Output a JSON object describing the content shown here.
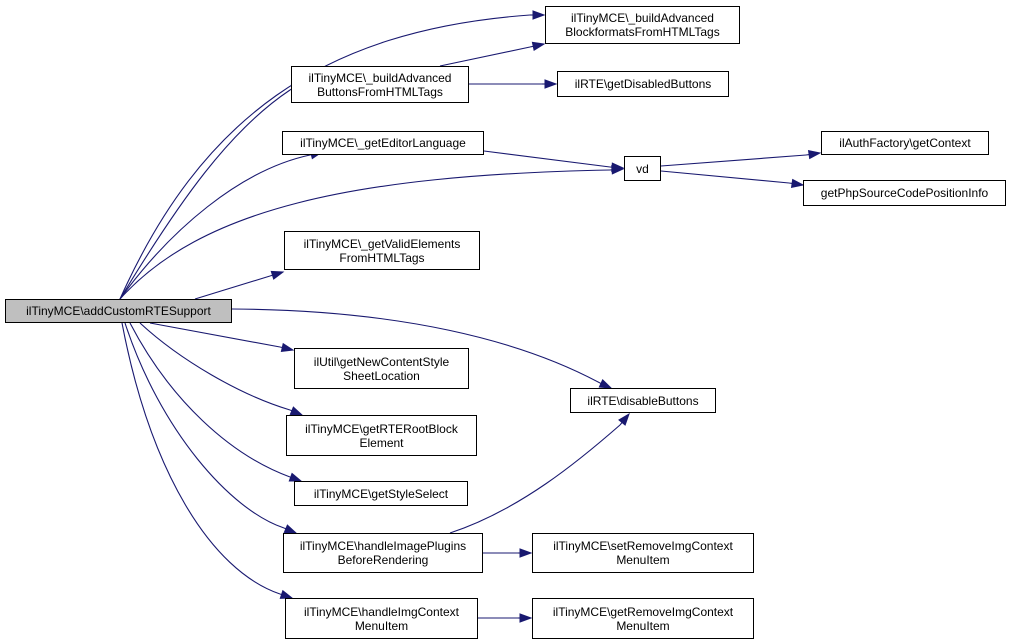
{
  "graph": {
    "edge_color": "#191970",
    "root_fill": "#bfbfbf",
    "nodes": {
      "root": "ilTinyMCE\\addCustomRTESupport",
      "build_adv_blockformats": "ilTinyMCE\\_buildAdvanced\nBlockformatsFromHTMLTags",
      "build_adv_buttons": "ilTinyMCE\\_buildAdvanced\nButtonsFromHTMLTags",
      "get_disabled_buttons": "ilRTE\\getDisabledButtons",
      "get_editor_language": "ilTinyMCE\\_getEditorLanguage",
      "vd": "vd",
      "get_context": "ilAuthFactory\\getContext",
      "get_php_source": "getPhpSourceCodePositionInfo",
      "get_valid_elements": "ilTinyMCE\\_getValidElements\nFromHTMLTags",
      "get_new_content_style": "ilUtil\\getNewContentStyle\nSheetLocation",
      "disable_buttons": "ilRTE\\disableButtons",
      "get_rte_root_block": "ilTinyMCE\\getRTERootBlock\nElement",
      "get_style_select": "ilTinyMCE\\getStyleSelect",
      "handle_image_plugins": "ilTinyMCE\\handleImagePlugins\nBeforeRendering",
      "set_remove_img": "ilTinyMCE\\setRemoveImgContext\nMenuItem",
      "handle_img_context": "ilTinyMCE\\handleImgContext\nMenuItem",
      "get_remove_img": "ilTinyMCE\\getRemoveImgContext\nMenuItem"
    }
  }
}
